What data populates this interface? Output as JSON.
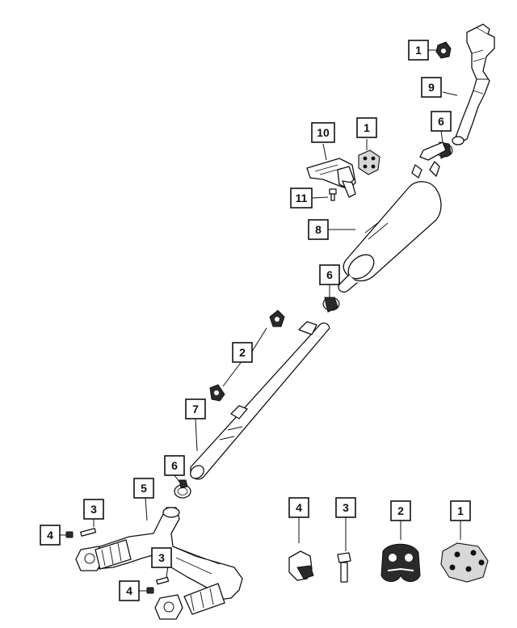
{
  "callouts": [
    {
      "id": "c1-top",
      "label": "1"
    },
    {
      "id": "c9",
      "label": "9"
    },
    {
      "id": "c6-top",
      "label": "6"
    },
    {
      "id": "c10",
      "label": "10"
    },
    {
      "id": "c1-mid",
      "label": "1"
    },
    {
      "id": "c11",
      "label": "11"
    },
    {
      "id": "c8",
      "label": "8"
    },
    {
      "id": "c6-mid",
      "label": "6"
    },
    {
      "id": "c2-mid",
      "label": "2"
    },
    {
      "id": "c7",
      "label": "7"
    },
    {
      "id": "c6-low",
      "label": "6"
    },
    {
      "id": "c5",
      "label": "5"
    },
    {
      "id": "c3-left",
      "label": "3"
    },
    {
      "id": "c4-left",
      "label": "4"
    },
    {
      "id": "c3-center",
      "label": "3"
    },
    {
      "id": "c4-bottom",
      "label": "4"
    },
    {
      "id": "c4-legend",
      "label": "4"
    },
    {
      "id": "c3-legend",
      "label": "3"
    },
    {
      "id": "c2-legend",
      "label": "2"
    },
    {
      "id": "c1-legend",
      "label": "1"
    }
  ]
}
